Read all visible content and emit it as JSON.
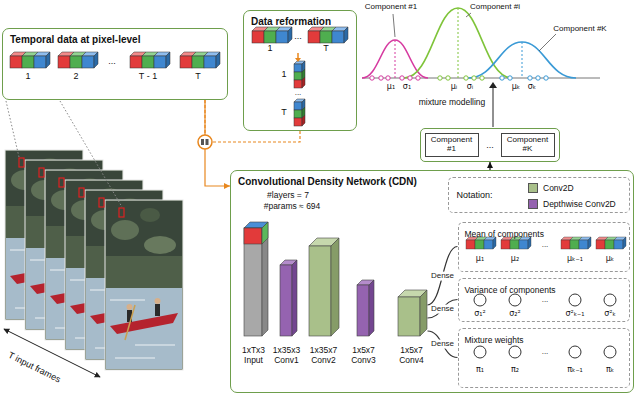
{
  "diagram": {
    "nodes": [
      {
        "text": [
          "Temporal data at pixel-level"
        ]
      },
      {
        "text": [
          "Data reformation"
        ]
      },
      {
        "text": [
          "..."
        ]
      },
      {
        "text": [
          "Component #1"
        ],
        "in": 2
      },
      {
        "text": [
          "Component #K"
        ],
        "in": 2
      },
      {
        "text": [
          "Convolutional Density Network (CDN)"
        ]
      },
      {
        "text": [
          "1xTx3",
          "Input"
        ],
        "in": 5
      },
      {
        "text": [
          "1x35x3",
          "Conv1"
        ],
        "in": 5
      },
      {
        "text": [
          "1x35x7",
          "Conv2"
        ],
        "in": 5
      },
      {
        "text": [
          "1x5x7",
          "Conv3"
        ],
        "in": 5
      },
      {
        "text": [
          "1x5x7",
          "Conv4"
        ],
        "in": 5
      },
      {
        "text": [
          "Notation:"
        ],
        "in": 5
      },
      {
        "text": [
          "Mean of components"
        ],
        "in": 5
      },
      {
        "text": [
          "Variance of components"
        ],
        "in": 5
      },
      {
        "text": [
          "Mixture weights"
        ],
        "in": 5
      }
    ],
    "edges": [
      {
        "from": 0,
        "to": 1,
        "arrow": "none"
      },
      {
        "from": 0,
        "to": 5,
        "arrow": "to"
      },
      {
        "from": 5,
        "to": 2,
        "arrow": "to"
      },
      {
        "from": 10,
        "to": 12,
        "label": "Dense",
        "arrow": "none"
      },
      {
        "from": 10,
        "to": 13,
        "label": "Dense",
        "arrow": "none"
      },
      {
        "from": 10,
        "to": 14,
        "label": "Dense",
        "arrow": "none"
      }
    ],
    "labels": [
      "T input frames",
      "1",
      "2",
      "...",
      "T - 1",
      "T",
      "1",
      "...",
      "T",
      "1",
      "...",
      "T",
      "Component #1",
      "Component #i",
      "Component #K",
      "μ₁",
      "σ₁",
      "μᵢ",
      "σᵢ",
      "μₖ",
      "σₖ",
      "mixture modelling",
      "#layers = 7",
      "#params ≈ 694",
      "μ₁",
      "μ₂",
      "...",
      "μₖ₋₁",
      "μₖ",
      "σ₁²",
      "σ₂²",
      "...",
      "σ²ₖ₋₁",
      "σ²ₖ",
      "π₁",
      "π₂",
      "...",
      "πₖ₋₁",
      "πₖ"
    ],
    "legend": [
      {
        "text": "Conv2D",
        "color": "#a9c08a"
      },
      {
        "text": "Depthwise Conv2D",
        "color": "#9563b0"
      }
    ]
  }
}
